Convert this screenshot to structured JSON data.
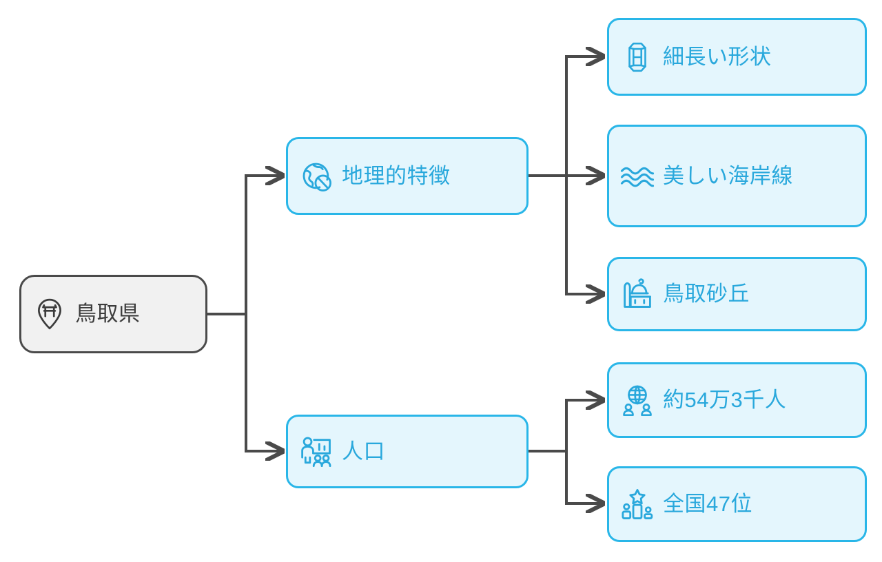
{
  "diagram": {
    "type": "mind-map",
    "title": "鳥取県",
    "colors": {
      "root_border": "#4a4a4a",
      "root_fill": "#f1f1f1",
      "root_text": "#3c3c3c",
      "node_border": "#29b6e8",
      "node_fill": "#e4f6fd",
      "node_text": "#29a8dc",
      "connector": "#4a4a4a",
      "background": "#ffffff"
    },
    "root": {
      "label": "鳥取県",
      "icon": "map-pin-torii-icon"
    },
    "branches": [
      {
        "label": "地理的特徴",
        "icon": "globe-prohibited-icon",
        "children": [
          {
            "label": "細長い形状",
            "icon": "prism-box-icon"
          },
          {
            "label": "美しい海岸線",
            "icon": "waves-icon"
          },
          {
            "label": "鳥取砂丘",
            "icon": "landmark-dome-icon"
          }
        ]
      },
      {
        "label": "人口",
        "icon": "presenter-chart-icon",
        "children": [
          {
            "label": "約54万3千人",
            "icon": "globe-people-icon"
          },
          {
            "label": "全国47位",
            "icon": "podium-star-icon"
          }
        ]
      }
    ]
  }
}
